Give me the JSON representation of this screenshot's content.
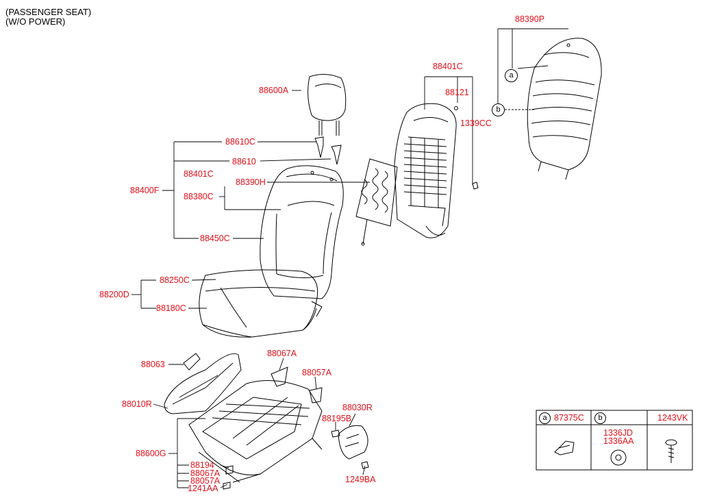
{
  "title": {
    "line1": "(PASSENGER SEAT)",
    "line2": "(W/O POWER)"
  },
  "parts": {
    "p88390P": "88390P",
    "p88401C_top": "88401C",
    "p88121": "88121",
    "p1339CC": "1339CC",
    "p88600A": "88600A",
    "p88610C": "88610C",
    "p88610": "88610",
    "p88401C": "88401C",
    "p88400F": "88400F",
    "p88390H": "88390H",
    "p88380C": "88380C",
    "p88450C": "88450C",
    "p88250C": "88250C",
    "p88200D": "88200D",
    "p88180C": "88180C",
    "p88063": "88063",
    "p88067A": "88067A",
    "p88057A": "88057A",
    "p88010R": "88010R",
    "p88030R": "88030R",
    "p88195B": "88195B",
    "p88600G": "88600G",
    "p88194": "88194",
    "p88067A_b": "88067A",
    "p88057A_b": "88057A",
    "p1241AA": "1241AA",
    "p1249BA": "1249BA"
  },
  "callouts": {
    "a": "a",
    "b": "b"
  },
  "legend": {
    "col_a_mark": "a",
    "col_a_part": "87375C",
    "col_b_mark": "b",
    "col_b_part1": "1336JD",
    "col_b_part2": "1336AA",
    "col_c_part": "1243VK"
  }
}
